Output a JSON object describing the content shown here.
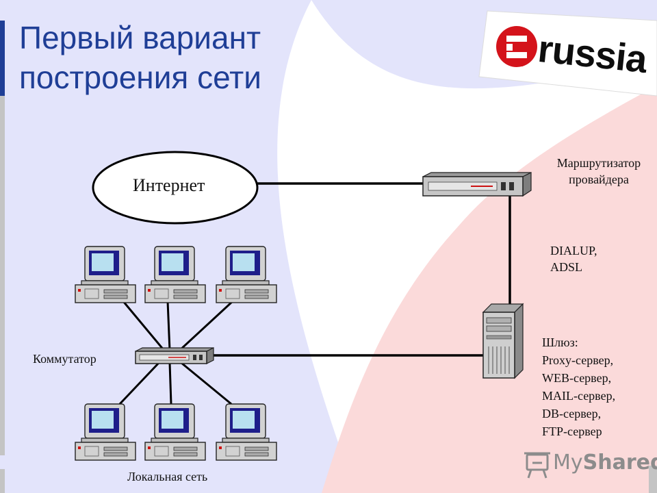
{
  "title_lines": [
    "Первый вариант",
    "построения сети"
  ],
  "logo": {
    "text": "russia",
    "icon": "e-logo-icon"
  },
  "internet": {
    "label": "Интернет"
  },
  "router_label": [
    "Маршрутизатор",
    "провайдера"
  ],
  "connection_label": [
    "DIALUP,",
    "ADSL"
  ],
  "gateway_label": [
    "Шлюз:",
    "Proxy-сервер,",
    "WEB-сервер,",
    "MAIL-сервер,",
    "DB-сервер,",
    "FTP-сервер"
  ],
  "switch_label": "Коммутатор",
  "lan_label": "Локальная сеть",
  "watermark": {
    "prefix": "My",
    "suffix": "Shared",
    "icon": "presentation-icon"
  },
  "colors": {
    "title": "#1f3e96",
    "accent_bar": "#1f3e96",
    "bg_blue": "#e3e4fb",
    "bg_pink": "#fbdada"
  }
}
